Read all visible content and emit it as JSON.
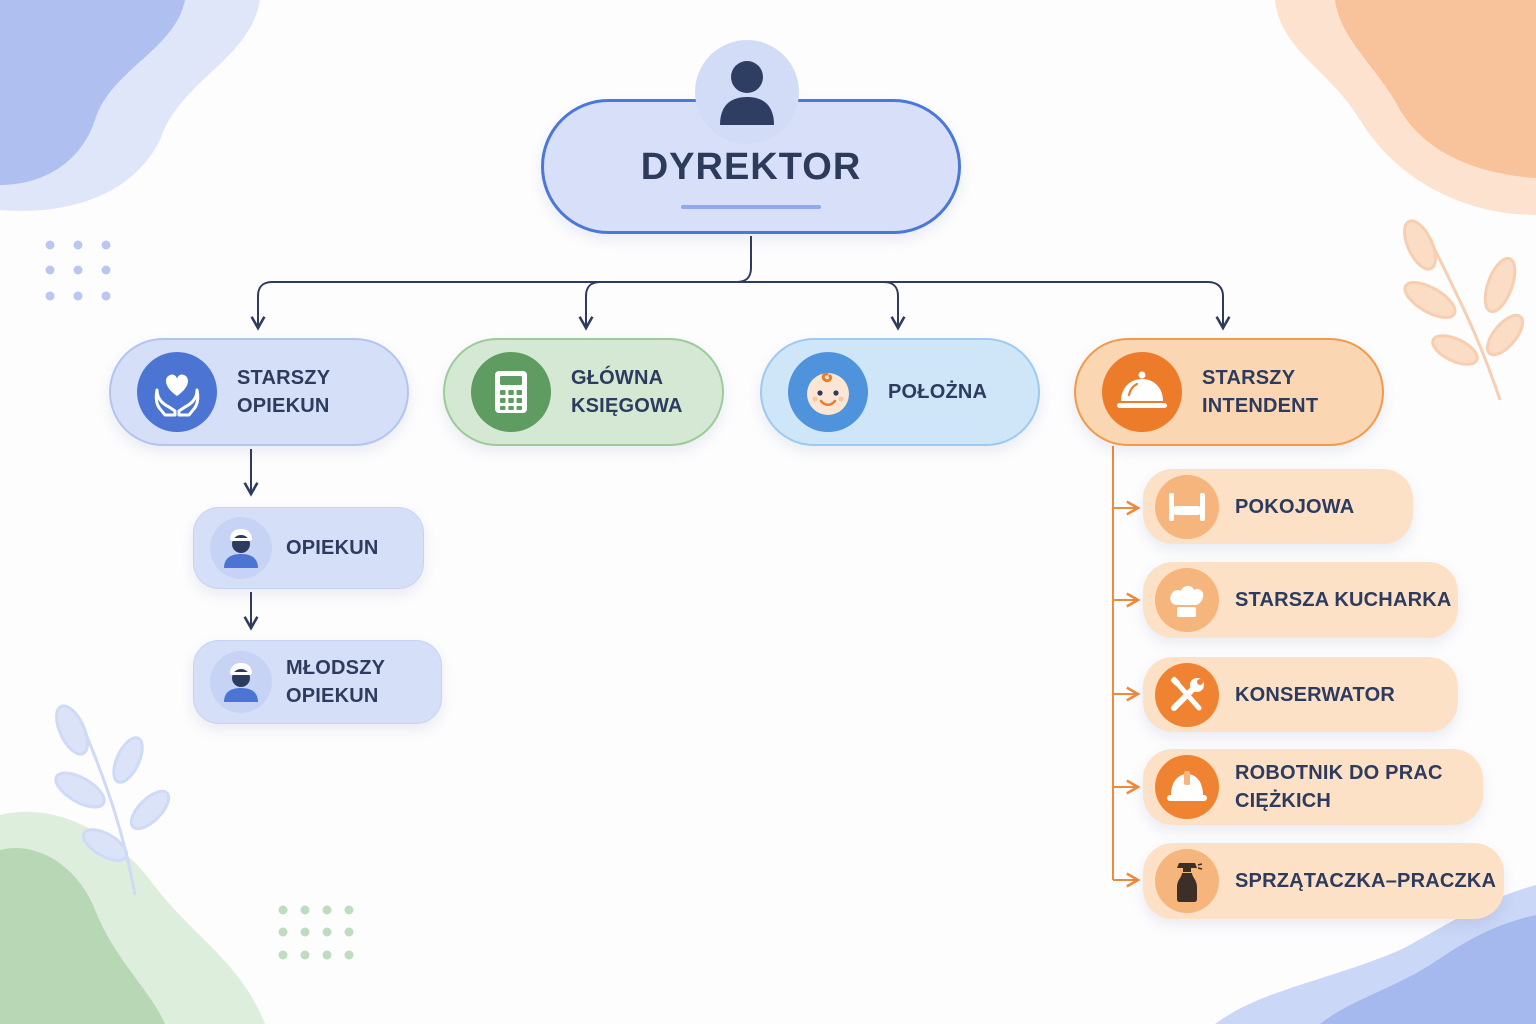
{
  "root": {
    "label": "DYREKTOR",
    "icon": "person-icon"
  },
  "level1": [
    {
      "id": "starszy-opiekun",
      "label": "STARSZY\nOPIEKUN",
      "icon": "heart-hands-icon",
      "color": "#4b74d3"
    },
    {
      "id": "glowna-ksiegowa",
      "label": "GŁÓWNA\nKSIĘGOWA",
      "icon": "calculator-icon",
      "color": "#5e9c62"
    },
    {
      "id": "polozna",
      "label": "POŁOŻNA",
      "icon": "baby-face-icon",
      "color": "#4f93dd"
    },
    {
      "id": "starszy-intendent",
      "label": "STARSZY\nINTENDENT",
      "icon": "serving-cloche-icon",
      "color": "#ec7b2a"
    }
  ],
  "opiekun_chain": [
    {
      "label": "OPIEKUN",
      "icon": "caregiver-person-icon"
    },
    {
      "label": "MŁODSZY\nOPIEKUN",
      "icon": "caregiver-person-icon"
    }
  ],
  "intendent_staff": [
    {
      "label": "POKOJOWA",
      "icon": "bed-icon"
    },
    {
      "label": "STARSZA KUCHARKA",
      "icon": "chef-hat-icon"
    },
    {
      "label": "KONSERWATOR",
      "icon": "wrench-screwdriver-icon"
    },
    {
      "label": "ROBOTNIK DO PRAC\nCIĘŻKICH",
      "icon": "hard-hat-icon"
    },
    {
      "label": "SPRZĄTACZKA–PRACZKA",
      "icon": "spray-bottle-icon"
    }
  ],
  "colors": {
    "navy_connector": "#2d3b5e",
    "orange_connector": "#ee8a3a",
    "blue_accent": "#4a78d6"
  }
}
